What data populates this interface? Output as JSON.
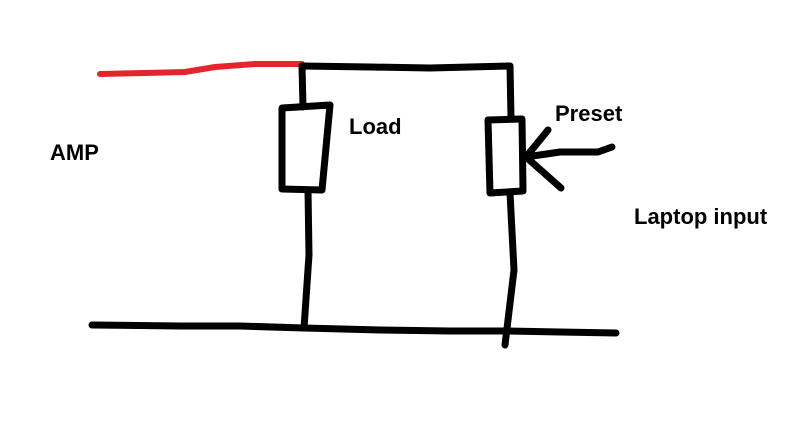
{
  "labels": {
    "amp": "AMP",
    "load": "Load",
    "preset": "Preset",
    "laptop_input": "Laptop input"
  },
  "colors": {
    "wire": "#000000",
    "amp_signal_wire": "#e2262c",
    "background": "#ffffff"
  },
  "components": {
    "load": "resistor",
    "preset": "potentiometer"
  }
}
